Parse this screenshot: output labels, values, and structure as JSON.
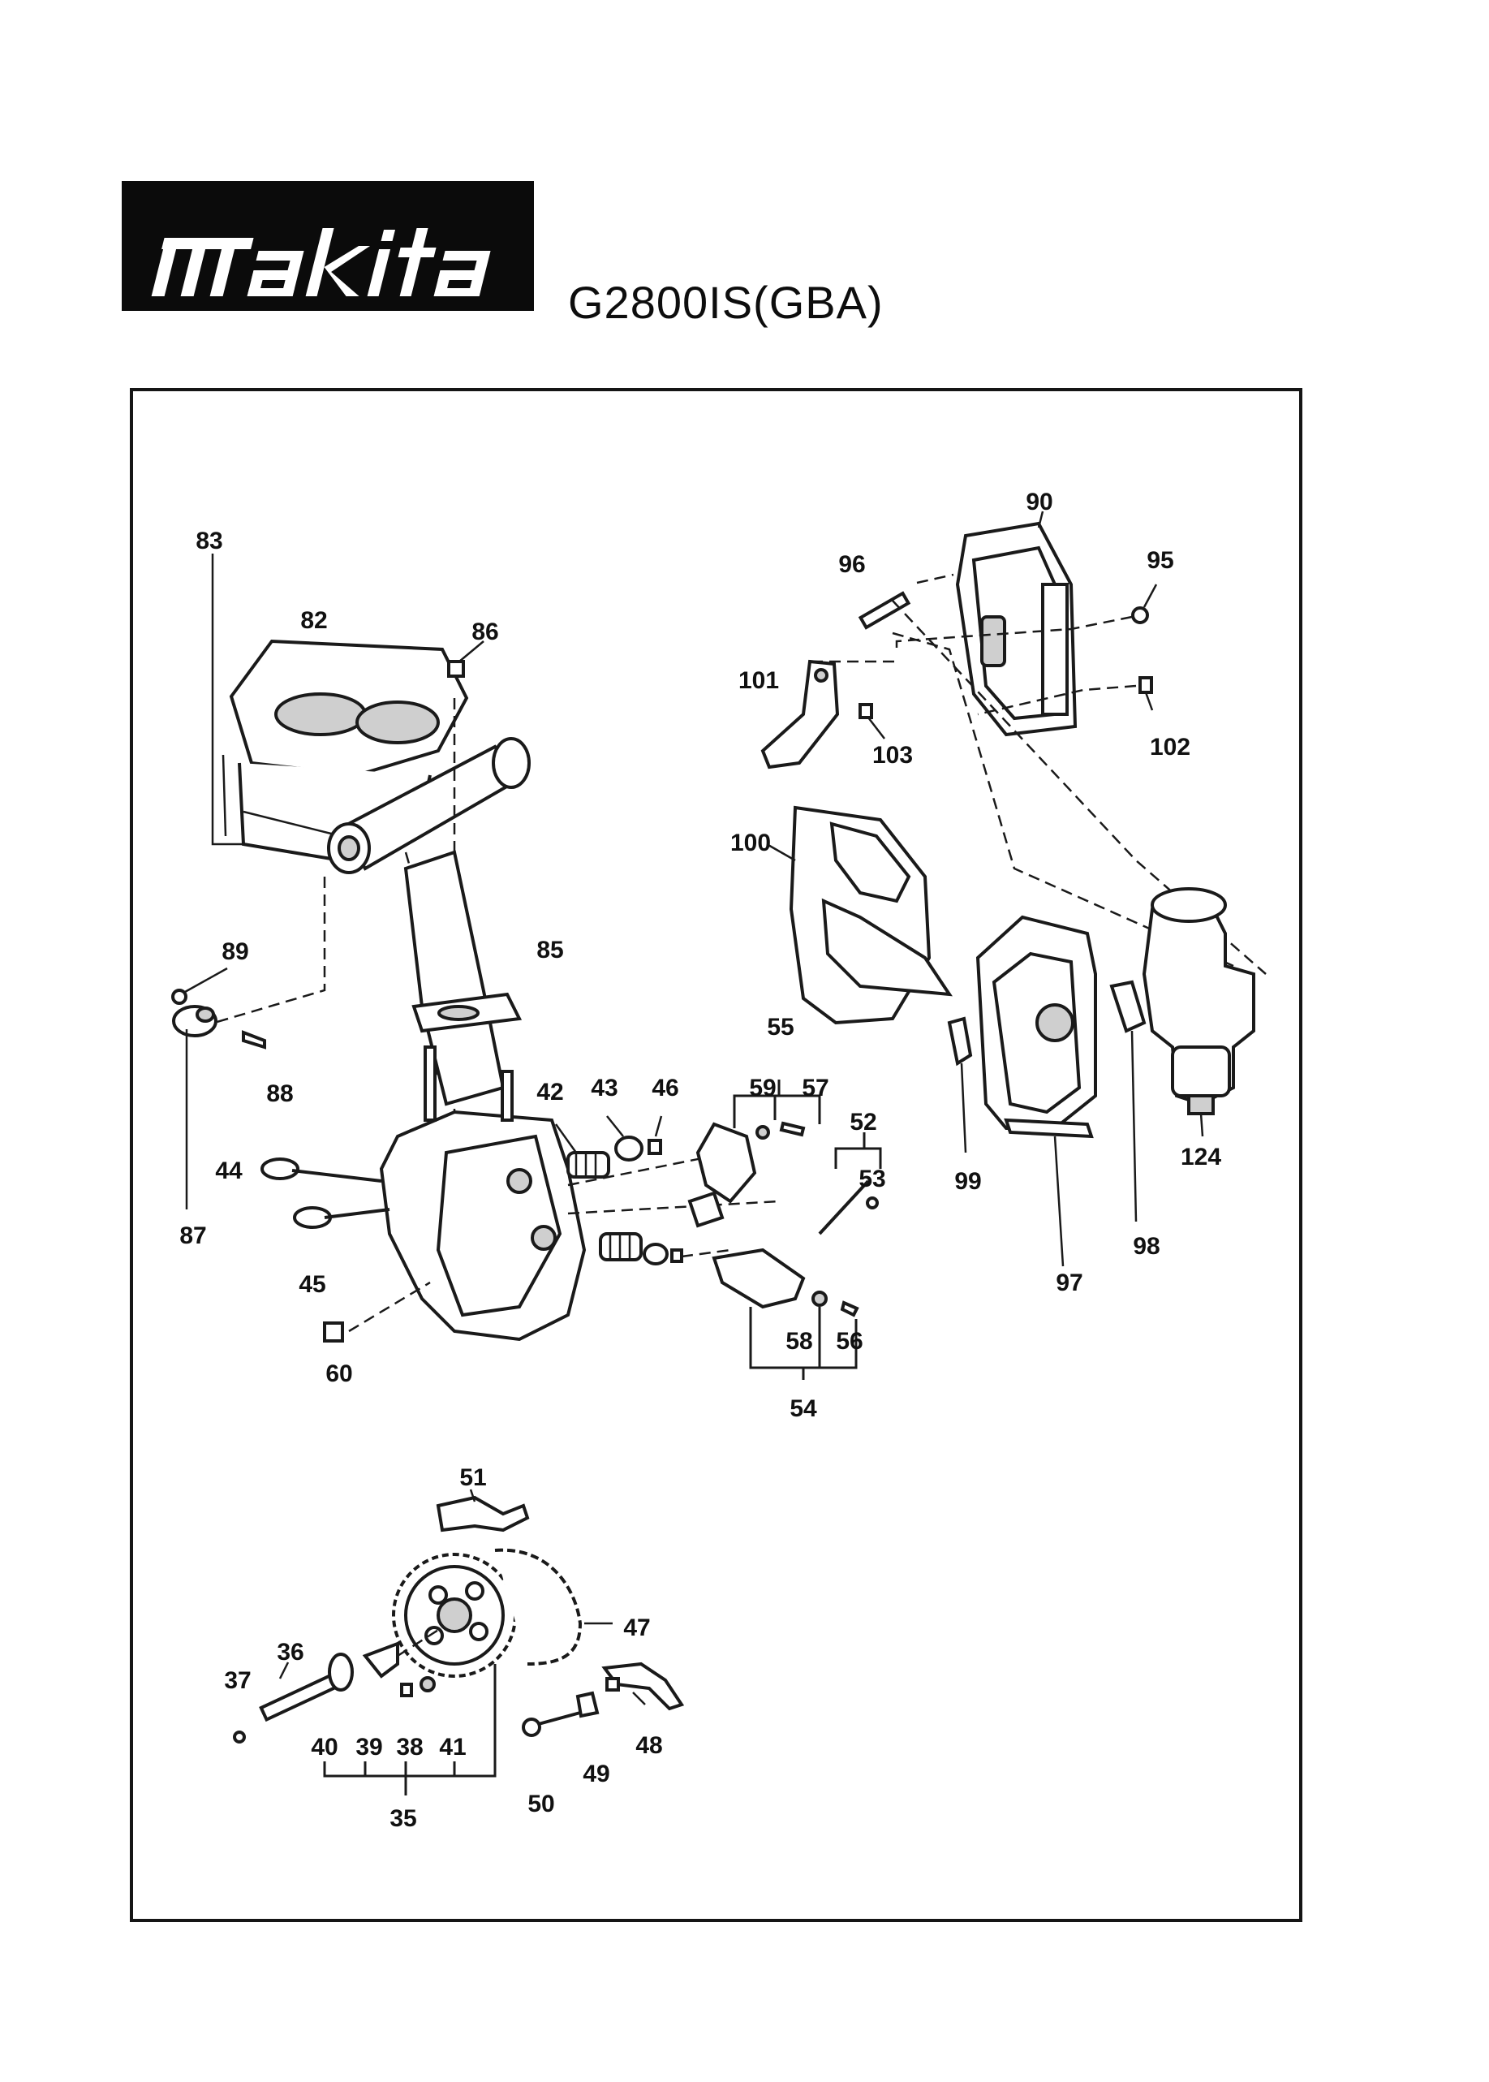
{
  "header": {
    "brand": "makita",
    "model": "G2800IS(GBA)"
  },
  "callouts": [
    "83",
    "82",
    "86",
    "89",
    "88",
    "87",
    "85",
    "44",
    "45",
    "60",
    "42",
    "43",
    "46",
    "55",
    "59",
    "57",
    "52",
    "53",
    "58",
    "56",
    "54",
    "90",
    "96",
    "95",
    "101",
    "103",
    "102",
    "100",
    "99",
    "97",
    "98",
    "124",
    "51",
    "47",
    "36",
    "37",
    "40",
    "39",
    "38",
    "41",
    "35",
    "48",
    "49",
    "50"
  ]
}
